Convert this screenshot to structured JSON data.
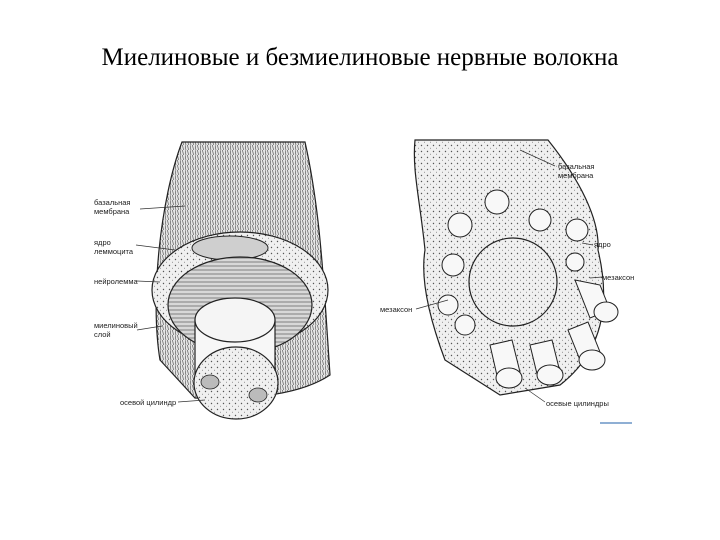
{
  "title": "Миелиновые и безмиелиновые нервные волокна",
  "left_figure": {
    "labels": {
      "basal_membrane": [
        "базальная",
        "мембрана"
      ],
      "nucleus": [
        "ядро",
        "леммоцита"
      ],
      "neurolemma": "нейролемма",
      "myelin": [
        "миелиновый",
        "слой"
      ],
      "axial_cylinder": "осевой цилиндр"
    }
  },
  "right_figure": {
    "labels": {
      "basal_membrane": [
        "базальная",
        "мембрана"
      ],
      "nucleus": "ядро",
      "mesaxon_1": "мезаксон",
      "mesaxon_2": "мезаксон",
      "axial_cylinders": "осевые цилиндры"
    }
  },
  "colors": {
    "ink": "#333333",
    "fill": "#eeeeee",
    "accent": "#1f5fa8"
  }
}
